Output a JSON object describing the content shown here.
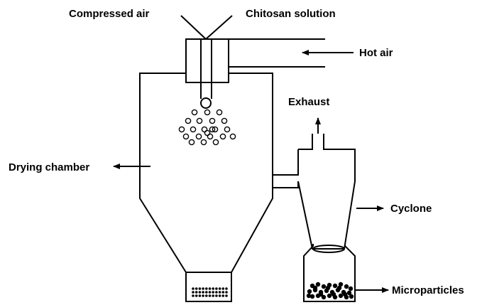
{
  "labels": {
    "compressed_air": "Compressed air",
    "chitosan_solution": "Chitosan solution",
    "hot_air": "Hot air",
    "exhaust": "Exhaust",
    "drying_chamber": "Drying chamber",
    "cyclone": "Cyclone",
    "microparticles": "Microparticles"
  },
  "colors": {
    "stroke": "#000000",
    "background": "#ffffff"
  }
}
